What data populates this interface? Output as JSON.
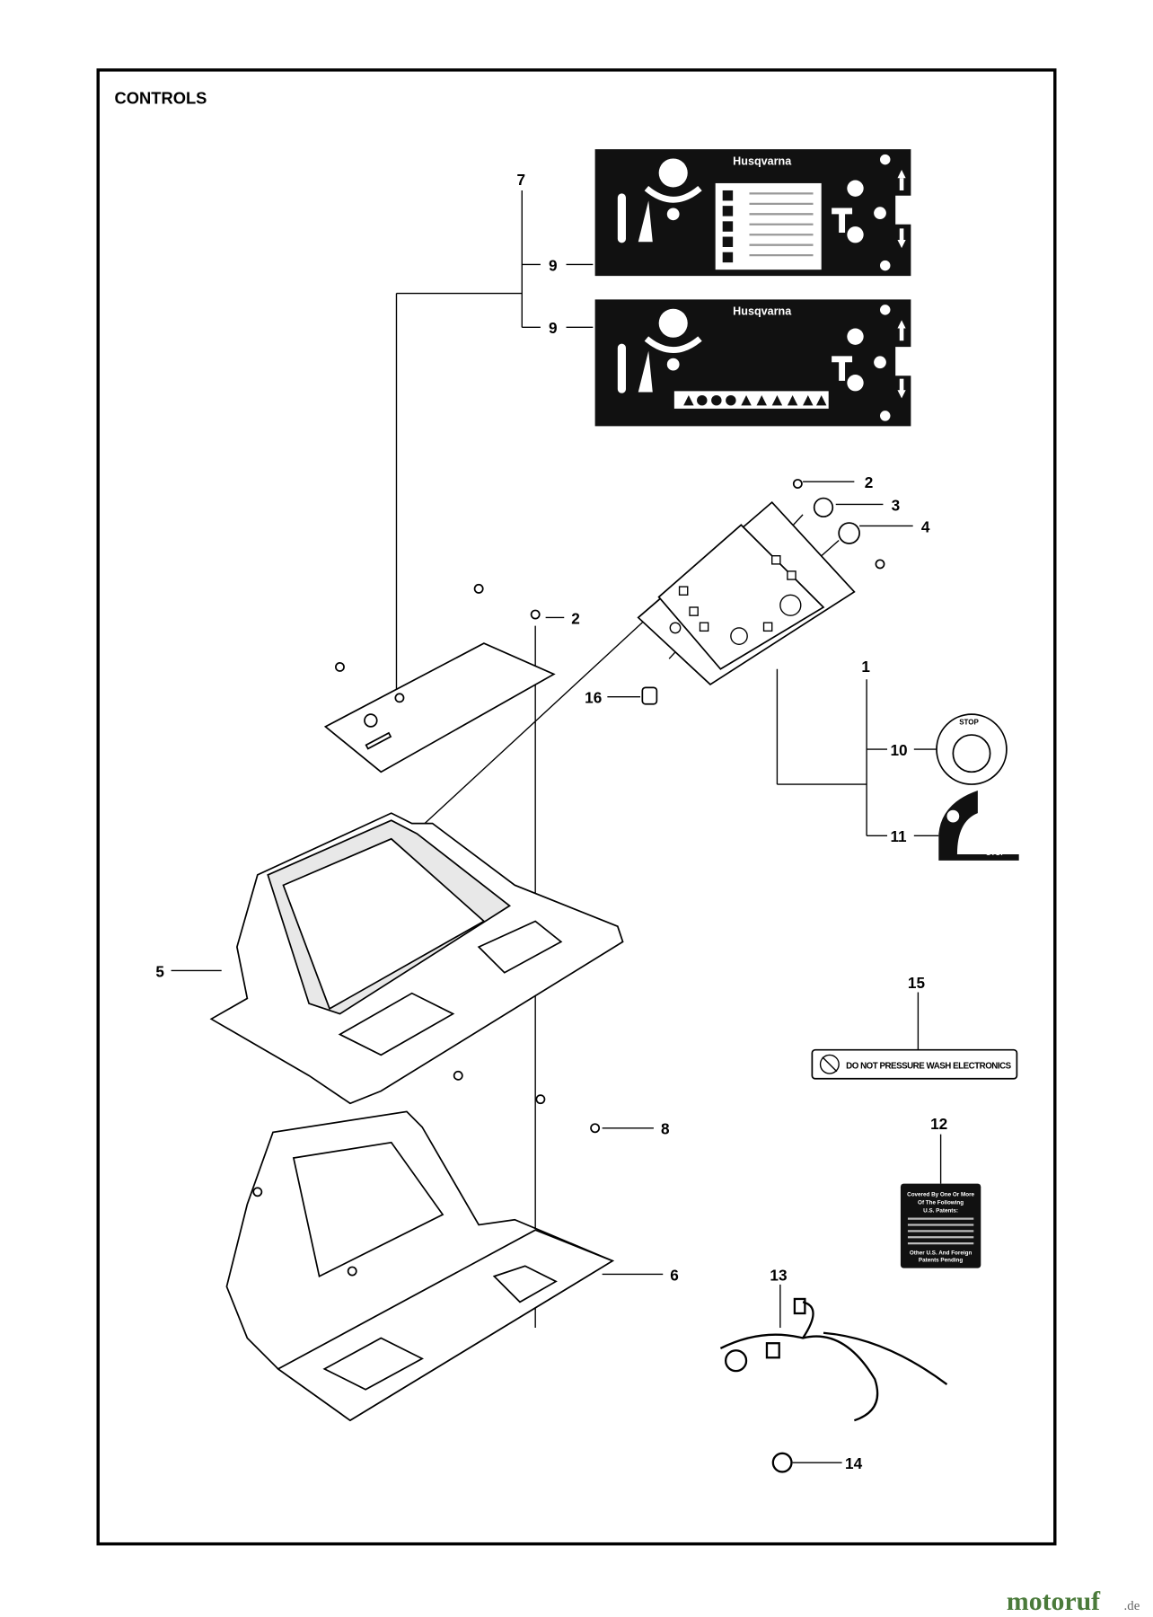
{
  "title": "CONTROLS",
  "callouts": {
    "c1": "1",
    "c2a": "2",
    "c2b": "2",
    "c3": "3",
    "c4": "4",
    "c5": "5",
    "c6": "6",
    "c7": "7",
    "c8": "8",
    "c9a": "9",
    "c9b": "9",
    "c10": "10",
    "c11": "11",
    "c12": "12",
    "c13": "13",
    "c14": "14",
    "c15": "15",
    "c16": "16"
  },
  "decals": {
    "brand": "Husqvarna",
    "stop": "STOP",
    "wash_warning": "DO NOT PRESSURE WASH ELECTRONICS",
    "patent_lines": [
      "Covered By One Or More",
      "Of The Following",
      "U.S. Patents:"
    ],
    "patent_footer": [
      "Other U.S. And Foreign",
      "Patents Pending"
    ]
  },
  "watermark": {
    "main": "motoruf",
    "suffix": ".de"
  }
}
